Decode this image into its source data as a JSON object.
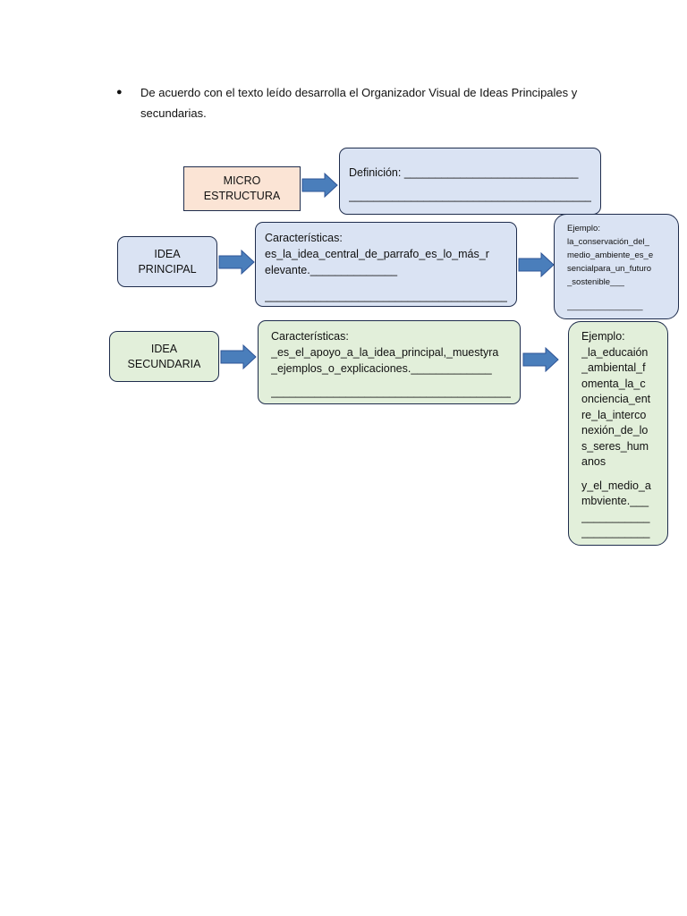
{
  "instruction": {
    "bullet": "●",
    "line1": "De acuerdo con el texto leído desarrolla el Organizador Visual de Ideas Principales y",
    "line2": "secundarias."
  },
  "micro": {
    "line1": "MICRO",
    "line2": "ESTRUCTURA",
    "definicion_line1": "Definición: ____________________________",
    "definicion_line2": "_________________________________________"
  },
  "idea_principal": {
    "line1": "IDEA",
    "line2": "PRINCIPAL",
    "caracteristicas": [
      "Características:",
      "es_la_idea_central_de_parrafo_es_lo_más_r",
      "elevante.______________",
      "",
      "_________________________________________"
    ],
    "ejemplo": [
      "Ejemplo:",
      "la_conservación_del_",
      "medio_ambiente_es_e",
      "sencialpara_un_futuro",
      "_sostenible___",
      "",
      "________________"
    ]
  },
  "idea_secundaria": {
    "line1": "IDEA",
    "line2": "SECUNDARIA",
    "caracteristicas": [
      "Características:",
      "_es_el_apoyo_a_la_idea_principal,_muestyra",
      "_ejemplos_o_explicaciones._____________",
      "",
      "_________________________________________"
    ],
    "ejemplo": [
      "Ejemplo:",
      "_la_educaión",
      "_ambiental_f",
      "omenta_la_c",
      "onciencia_ent",
      "re_la_interco",
      "nexión_de_lo",
      "s_seres_hum",
      "anos",
      "",
      "y_el_medio_a",
      "mbviente.___",
      "___________",
      "___________"
    ]
  },
  "colors": {
    "blue_fill": "#dae3f3",
    "green_fill": "#e2efda",
    "peach_fill": "#fbe4d5",
    "arrow_fill": "#4a7ebb",
    "border": "#1f2d4d"
  }
}
